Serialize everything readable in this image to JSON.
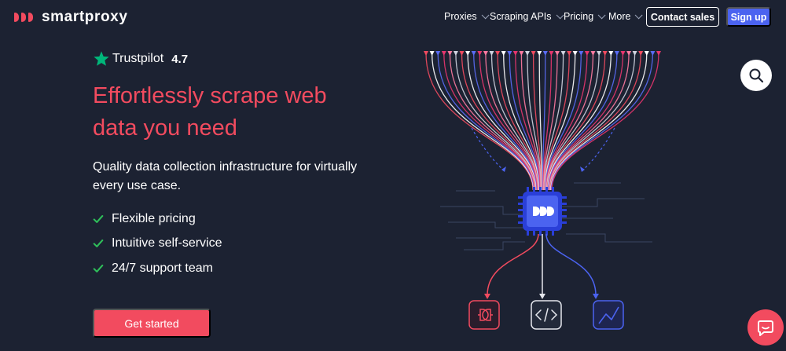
{
  "brand": {
    "name": "smartproxy",
    "color": "#f24b5f"
  },
  "nav": {
    "items": [
      {
        "label": "Proxies",
        "has_dropdown": true
      },
      {
        "label": "Scraping APIs",
        "has_dropdown": true
      },
      {
        "label": "Pricing",
        "has_dropdown": true
      },
      {
        "label": "More",
        "has_dropdown": true
      }
    ],
    "contact_label": "Contact sales",
    "signup_label": "Sign up"
  },
  "hero": {
    "trustpilot_label": "Trustpilot",
    "trustpilot_score": "4.7",
    "title": "Effortlessly scrape web data you need",
    "subtitle": "Quality data collection infrastructure for virtually every use case.",
    "features": [
      "Flexible pricing",
      "Intuitive self-service",
      "24/7 support team"
    ],
    "cta_label": "Get started"
  },
  "illustration": {
    "chip_icon": "smartproxy-chip-icon",
    "outputs": [
      "plug-icon",
      "code-icon",
      "chart-icon"
    ]
  },
  "floating": {
    "search_icon": "search-icon",
    "chat_icon": "chat-icon"
  },
  "colors": {
    "background": "#1c2232",
    "accent": "#f24b5f",
    "primary": "#4b63f0",
    "check": "#2fbf5a",
    "trustpilot": "#00b67a"
  }
}
